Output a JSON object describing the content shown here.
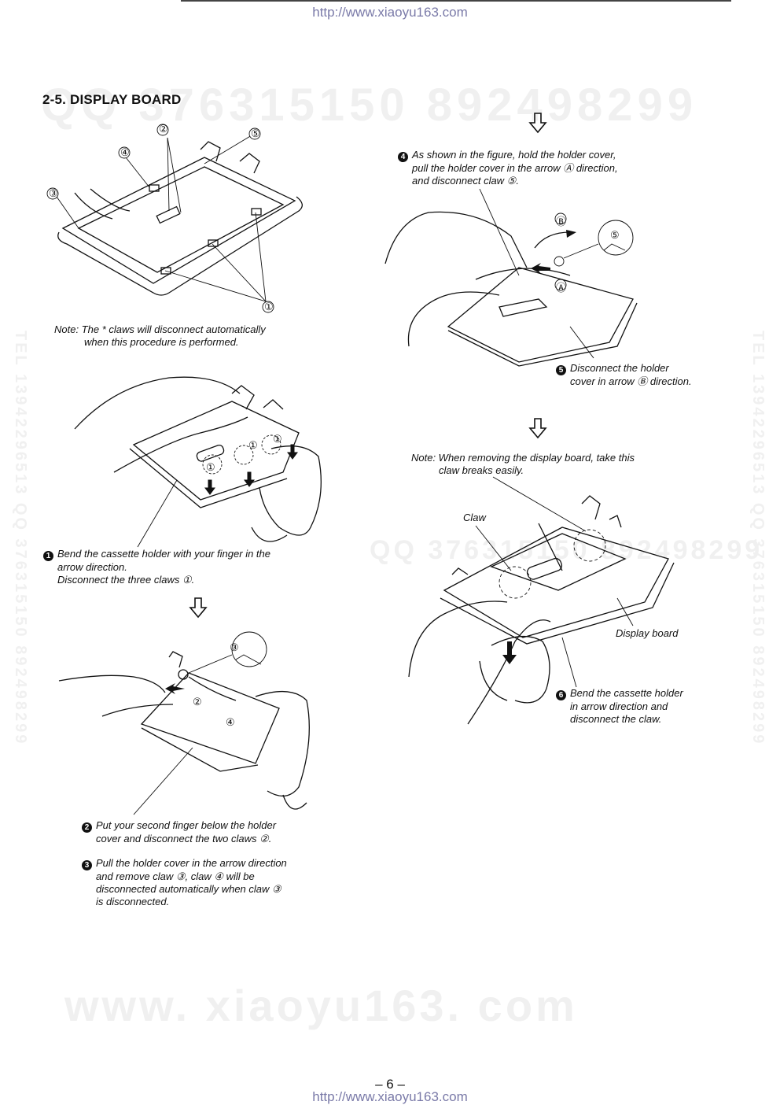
{
  "header": {
    "url": "http://www.xiaoyu163.com"
  },
  "footer": {
    "url": "http://www.xiaoyu163.com",
    "page_number": "– 6 –"
  },
  "section_title": "2-5. DISPLAY BOARD",
  "watermarks": {
    "top": "QQ 376315150   892498299",
    "middle": "QQ 376315150   892498299",
    "bottom": "www. xiaoyu163. com",
    "side": "TEL 13942296513 QQ 376315150 892498299"
  },
  "figure1": {
    "callouts": [
      "②",
      "⑤",
      "④",
      "③",
      "①"
    ],
    "note": {
      "line1": "Note:  The * claws will disconnect automatically",
      "line2": "when this procedure is performed."
    }
  },
  "figure2": {
    "callouts": [
      "①",
      "①",
      "①"
    ],
    "step1": {
      "num": "1",
      "line1": "Bend the cassette holder with your finger in the",
      "line2": "arrow direction.",
      "line3": "Disconnect the three claws ①."
    }
  },
  "figure3": {
    "callouts": [
      "③",
      "②",
      "④"
    ],
    "step2": {
      "num": "2",
      "line1": "Put your second finger below the holder",
      "line2": "cover and disconnect the two claws ②."
    },
    "step3": {
      "num": "3",
      "line1": "Pull the holder cover in the arrow direction",
      "line2": "and remove claw ③, claw ④ will be",
      "line3": "disconnected automatically when claw ③",
      "line4": "is disconnected."
    }
  },
  "figure4": {
    "callouts": [
      "Ⓑ",
      "⑤",
      "Ⓐ"
    ],
    "step4": {
      "num": "4",
      "line1": "As shown in the figure, hold the holder cover,",
      "line2": "pull the holder cover in the arrow Ⓐ direction,",
      "line3": "and disconnect claw ⑤."
    },
    "step5": {
      "num": "5",
      "line1": "Disconnect the holder",
      "line2": "cover in arrow Ⓑ direction."
    }
  },
  "figure5": {
    "note": {
      "line1": "Note: When removing the display board, take this",
      "line2": "claw breaks easily."
    },
    "label_claw": "Claw",
    "label_display_board": "Display board",
    "step6": {
      "num": "6",
      "line1": "Bend the cassette holder",
      "line2": "in arrow direction and",
      "line3": "disconnect the claw."
    }
  }
}
